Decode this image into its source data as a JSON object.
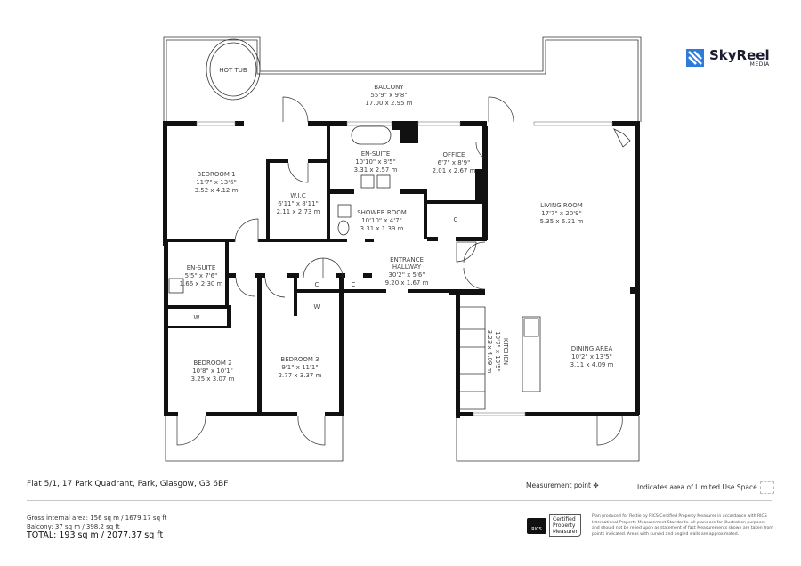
{
  "brand": {
    "name": "SkyReel",
    "sub": "MEDIA",
    "accent": "#2f7bdc"
  },
  "rooms": {
    "hot_tub": "HOT TUB",
    "balcony": {
      "name": "BALCONY",
      "imperial": "55'9\" x 9'8\"",
      "metric": "17.00 x 2.95 m"
    },
    "bedroom1": {
      "name": "BEDROOM 1",
      "imperial": "11'7\" x 13'6\"",
      "metric": "3.52 x 4.12 m"
    },
    "wic": {
      "name": "W.I.C",
      "imperial": "6'11\" x 8'11\"",
      "metric": "2.11 x 2.73 m"
    },
    "ensuite1": {
      "name": "EN-SUITE",
      "imperial": "10'10\" x 8'5\"",
      "metric": "3.31 x 2.57 m"
    },
    "office": {
      "name": "OFFICE",
      "imperial": "6'7\" x 8'9\"",
      "metric": "2.01 x 2.67 m"
    },
    "shower": {
      "name": "SHOWER ROOM",
      "imperial": "10'10\" x 4'7\"",
      "metric": "3.31 x 1.39 m"
    },
    "living": {
      "name": "LIVING ROOM",
      "imperial": "17'7\" x 20'9\"",
      "metric": "5.35 x 6.31 m"
    },
    "ensuite2": {
      "name": "EN-SUITE",
      "imperial": "5'5\" x 7'6\"",
      "metric": "1.66 x 2.30 m"
    },
    "hallway": {
      "name1": "ENTRANCE",
      "name2": "HALLWAY",
      "imperial": "30'2\" x 5'6\"",
      "metric": "9.20 x 1.67 m"
    },
    "kitchen": {
      "name": "KITCHEN",
      "imperial": "10'7\" x 13'5\"",
      "metric": "3.23 x 4.09 m"
    },
    "dining": {
      "name": "DINING AREA",
      "imperial": "10'2\" x 13'5\"",
      "metric": "3.11 x 4.09 m"
    },
    "bedroom2": {
      "name": "BEDROOM 2",
      "imperial": "10'8\" x 10'1\"",
      "metric": "3.25 x 3.07 m"
    },
    "bedroom3": {
      "name": "BEDROOM 3",
      "imperial": "9'1\" x 11'1\"",
      "metric": "2.77 x 3.37 m"
    },
    "cupboard": "C",
    "wardrobe": "W"
  },
  "footer": {
    "address": "Flat 5/1, 17 Park Quadrant, Park, Glasgow, G3 6BF",
    "measurement_point": "Measurement point",
    "limited_use": "Indicates area of  Limited Use Space",
    "gross": "Gross internal area: 156 sq m / 1679.17 sq ft",
    "balcony": "Balcony: 37 sq m / 398.2 sq ft",
    "total": "TOTAL: 193 sq m / 2077.37 sq ft",
    "rics_badge": "RICS",
    "rics_l1": "Certified",
    "rics_l2": "Property",
    "rics_l3": "Measurer",
    "disclaimer": "Plan produced for Rettie by RICS Certified Property Measurer in accordance with RICS International Property Measurement Standards. All plans are for illustration purposes and should not be relied upon as statement of fact Measurements shown are taken from points indicated. Areas with curved and angled walls are approximated."
  }
}
